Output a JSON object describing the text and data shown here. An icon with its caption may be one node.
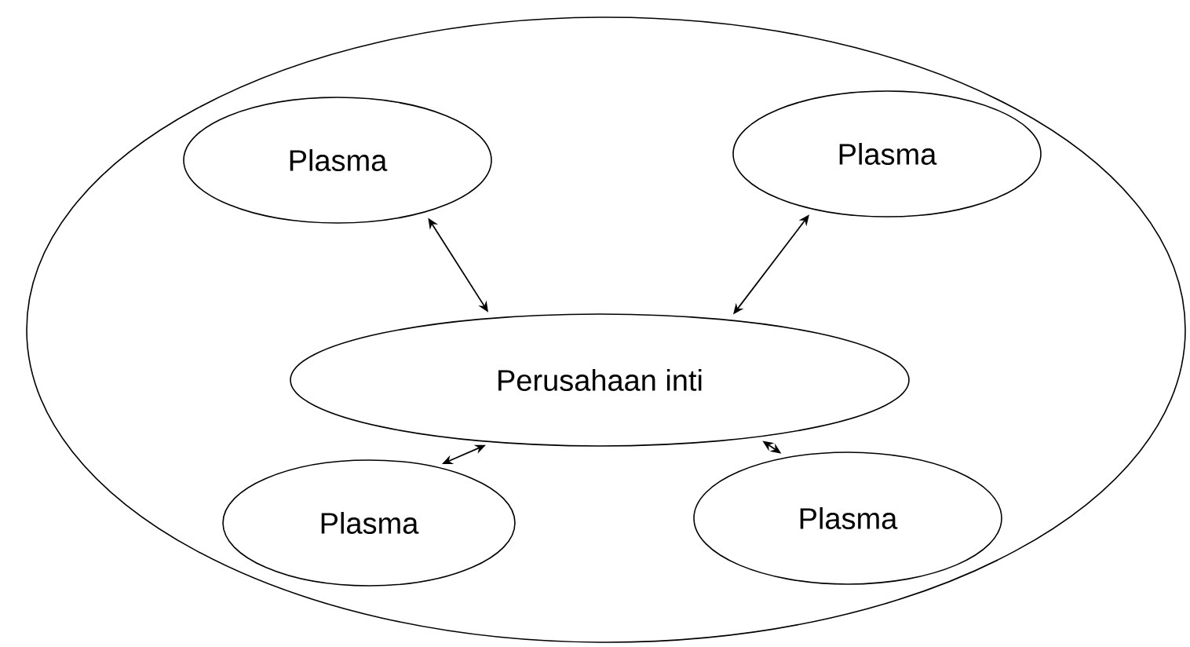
{
  "diagram": {
    "nodes": [
      {
        "text": [],
        "shape": "ellipse"
      },
      {
        "text": [
          "Plasma"
        ],
        "in": 0
      },
      {
        "text": [
          "Plasma"
        ],
        "in": 0
      },
      {
        "text": [
          "Perusahaan inti"
        ],
        "in": 0
      },
      {
        "text": [
          "Plasma"
        ],
        "in": 0
      },
      {
        "text": [
          "Plasma"
        ],
        "in": 0
      }
    ],
    "edges": [
      {
        "from": 1,
        "to": 3,
        "arrow": "both"
      },
      {
        "from": 2,
        "to": 3,
        "arrow": "both"
      },
      {
        "from": 4,
        "to": 3,
        "arrow": "both"
      },
      {
        "from": 5,
        "to": 3,
        "arrow": "both"
      }
    ]
  }
}
